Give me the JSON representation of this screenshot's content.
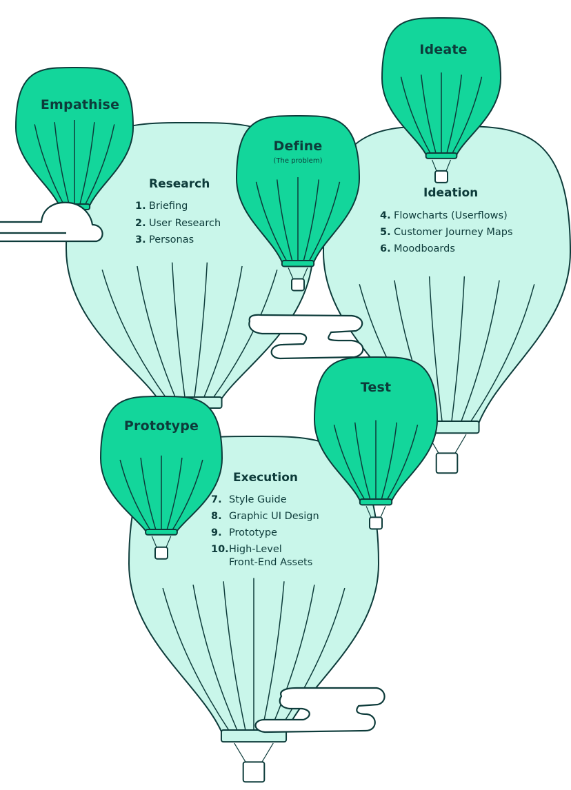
{
  "colors": {
    "outline": "#0d3b3a",
    "big_balloon": "#c9f6ea",
    "small_balloon": "#13d69b",
    "cloud": "#ffffff"
  },
  "phases": {
    "empathise": {
      "title": "Empathise"
    },
    "define": {
      "title": "Define",
      "subtitle": "(The problem)"
    },
    "ideate": {
      "title": "Ideate"
    },
    "test": {
      "title": "Test"
    },
    "prototype": {
      "title": "Prototype"
    }
  },
  "research": {
    "heading": "Research",
    "items": [
      {
        "num": "1.",
        "text": "Briefing"
      },
      {
        "num": "2.",
        "text": "User Research"
      },
      {
        "num": "3.",
        "text": "Personas"
      }
    ]
  },
  "ideation": {
    "heading": "Ideation",
    "items": [
      {
        "num": "4.",
        "text": "Flowcharts (Userflows)"
      },
      {
        "num": "5.",
        "text": "Customer Journey Maps"
      },
      {
        "num": "6.",
        "text": "Moodboards"
      }
    ]
  },
  "execution": {
    "heading": "Execution",
    "items": [
      {
        "num": "7.",
        "text": "Style Guide"
      },
      {
        "num": "8.",
        "text": "Graphic UI Design"
      },
      {
        "num": "9.",
        "text": "Prototype"
      },
      {
        "num": "10.",
        "text": "High-Level"
      },
      {
        "num": "",
        "text": "Front-End Assets"
      }
    ]
  }
}
